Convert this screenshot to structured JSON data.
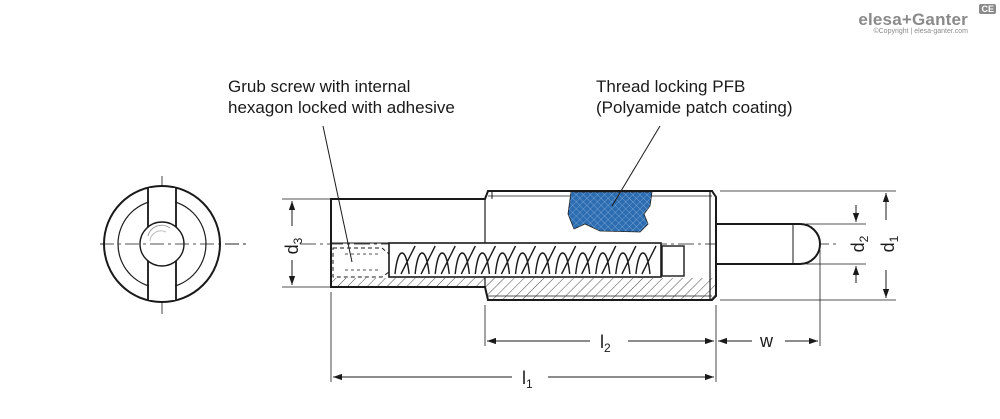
{
  "brand": {
    "name": "elesa+Ganter",
    "copyright": "©Copyright | elesa-ganter.com",
    "mark": "CE"
  },
  "callouts": {
    "grub_screw": {
      "line1": "Grub screw with internal",
      "line2": "hexagon locked with adhesive"
    },
    "thread_locking": {
      "line1": "Thread locking PFB",
      "line2": "(Polyamide patch coating)"
    }
  },
  "dimensions": {
    "d1": "d",
    "d1_sub": "1",
    "d2": "d",
    "d2_sub": "2",
    "d3": "d",
    "d3_sub": "3",
    "l1": "l",
    "l1_sub": "1",
    "l2": "l",
    "l2_sub": "2",
    "w": "w"
  },
  "colors": {
    "line": "#1a1a1a",
    "patch": "#2c6cb0",
    "brand": "#8a8a8a"
  }
}
